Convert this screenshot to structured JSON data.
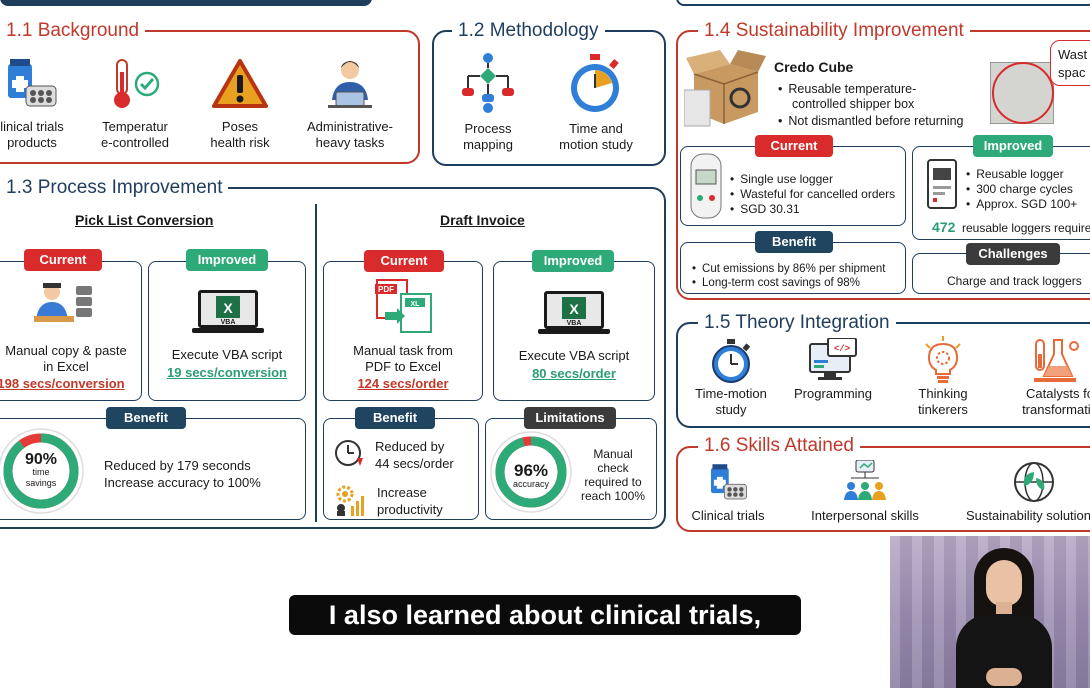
{
  "sections": {
    "background": {
      "title": "1.1 Background",
      "items": [
        {
          "icon": "medicine-box-icon",
          "label": "linical trials\nproducts"
        },
        {
          "icon": "thermometer-check-icon",
          "label": "Temperatur\ne-controlled"
        },
        {
          "icon": "warning-triangle-icon",
          "label": "Poses\nhealth risk"
        },
        {
          "icon": "office-worker-icon",
          "label": "Administrative-\nheavy tasks"
        }
      ]
    },
    "methodology": {
      "title": "1.2 Methodology",
      "items": [
        {
          "icon": "flowchart-icon",
          "label": "Process\nmapping"
        },
        {
          "icon": "stopwatch-icon",
          "label": "Time and\nmotion study"
        }
      ]
    },
    "process": {
      "title": "1.3 Process Improvement",
      "pick_list": {
        "heading": "Pick List Conversion",
        "current_tag": "Current",
        "current_text": "Manual copy & paste\nin Excel",
        "current_metric": "198 secs/conversion",
        "improved_tag": "Improved",
        "improved_text": "Execute VBA script",
        "improved_metric": "19 secs/conversion",
        "benefit_tag": "Benefit",
        "gauge_value": "90%",
        "gauge_label": "time\nsavings",
        "gauge_fraction": 0.9,
        "benefit_text": "Reduced by 179 seconds\nIncrease accuracy to 100%"
      },
      "draft_invoice": {
        "heading": "Draft Invoice",
        "current_tag": "Current",
        "current_text": "Manual task from\nPDF to Excel",
        "current_metric": "124 secs/order",
        "improved_tag": "Improved",
        "improved_text": "Execute VBA script",
        "improved_metric": "80 secs/order",
        "benefit_tag": "Benefit",
        "benefit_item1": "Reduced by\n44 secs/order",
        "benefit_item2": "Increase\nproductivity",
        "limitations_tag": "Limitations",
        "gauge_value": "96%",
        "gauge_label": "accuracy",
        "gauge_fraction": 0.96,
        "limitations_text": "Manual\ncheck\nrequired to\nreach 100%"
      }
    },
    "sustainability": {
      "title": "1.4 Sustainability Improvement",
      "product_name": "Credo Cube",
      "product_bullets": [
        "Reusable temperature-\ncontrolled shipper box",
        "Not dismantled before returning"
      ],
      "callout": "Wast\nspac",
      "current_tag": "Current",
      "current_bullets": [
        "Single use logger",
        "Wasteful for cancelled orders",
        "SGD 30.31"
      ],
      "improved_tag": "Improved",
      "improved_bullets": [
        "Reusable logger",
        "300 charge cycles",
        "Approx. SGD 100+"
      ],
      "logger_count": "472",
      "logger_text": "reusable loggers required",
      "benefit_tag": "Benefit",
      "benefit_bullets": [
        "Cut emissions by 86% per shipment",
        "Long-term cost savings of 98%"
      ],
      "challenges_tag": "Challenges",
      "challenges_text": "Charge and track loggers"
    },
    "theory": {
      "title": "1.5 Theory Integration",
      "items": [
        {
          "icon": "stopwatch-icon",
          "label": "Time-motion\nstudy"
        },
        {
          "icon": "code-monitor-icon",
          "label": "Programming"
        },
        {
          "icon": "lightbulb-gear-icon",
          "label": "Thinking\ntinkerers"
        },
        {
          "icon": "lab-flask-icon",
          "label": "Catalysts fo\ntransformatio"
        }
      ]
    },
    "skills": {
      "title": "1.6 Skills Attained",
      "items": [
        {
          "icon": "medicine-box-icon",
          "label": "Clinical trials"
        },
        {
          "icon": "team-network-icon",
          "label": "Interpersonal skills"
        },
        {
          "icon": "globe-leaf-icon",
          "label": "Sustainability solution"
        }
      ]
    }
  },
  "caption": "I also learned about clinical trials,",
  "colors": {
    "accent_red": "#c0392b",
    "navy": "#1f3d5c",
    "green": "#2eaa78",
    "tag_red": "#d92b2b"
  }
}
